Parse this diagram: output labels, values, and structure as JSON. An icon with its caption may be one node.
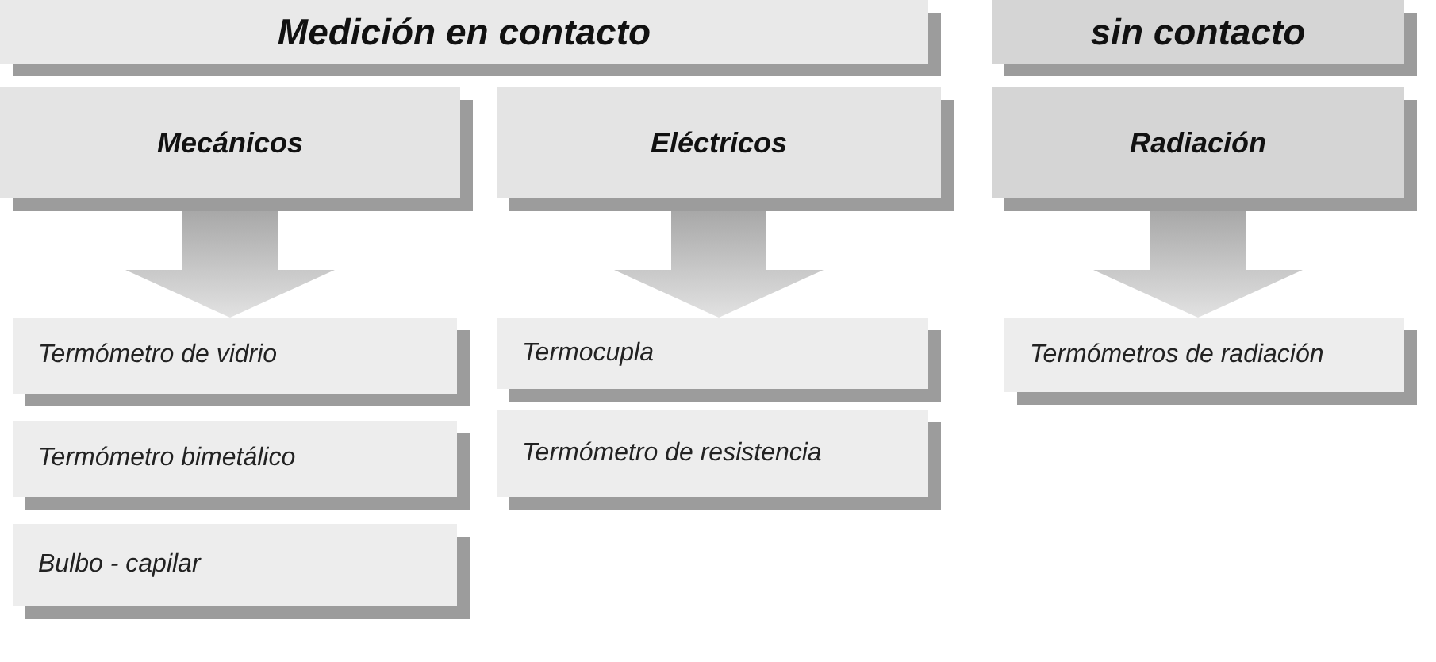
{
  "diagram": {
    "nodes": [
      {
        "text": [
          "Medición en contacto"
        ]
      },
      {
        "text": [
          "sin contacto"
        ]
      },
      {
        "text": [
          "Mecánicos"
        ]
      },
      {
        "text": [
          "Eléctricos"
        ]
      },
      {
        "text": [
          "Radiación"
        ]
      },
      {
        "text": [
          "Termómetro de vidrio"
        ]
      },
      {
        "text": [
          "Termómetro bimetálico"
        ]
      },
      {
        "text": [
          "Bulbo - capilar"
        ]
      },
      {
        "text": [
          "Termocupla"
        ]
      },
      {
        "text": [
          "Termómetro de resistencia"
        ]
      },
      {
        "text": [
          "Termómetros de radiación"
        ]
      }
    ],
    "edges": [
      {
        "from": 2,
        "to": 5,
        "arrow": "to"
      },
      {
        "from": 3,
        "to": 8,
        "arrow": "to"
      },
      {
        "from": 4,
        "to": 10,
        "arrow": "to"
      }
    ]
  }
}
